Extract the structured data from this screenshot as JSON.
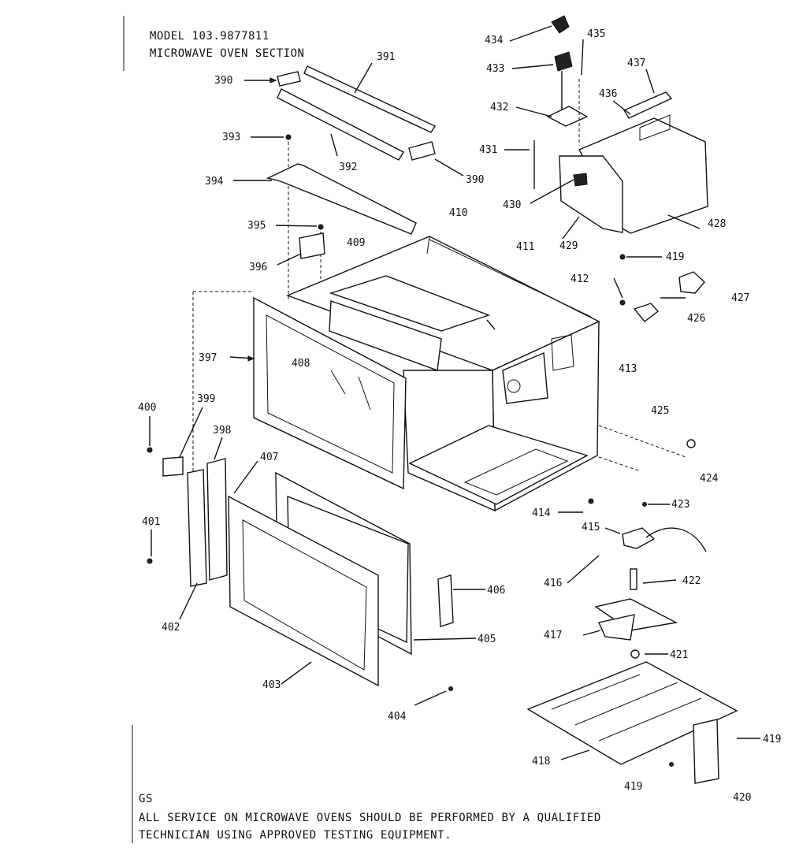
{
  "header": {
    "model": "MODEL 103.9877811",
    "section": "MICROWAVE OVEN SECTION"
  },
  "footer": {
    "code": "GS",
    "line1": "ALL SERVICE ON MICROWAVE OVENS SHOULD BE PERFORMED BY A QUALIFIED",
    "line2": "TECHNICIAN USING APPROVED TESTING EQUIPMENT."
  },
  "parts": {
    "p390a": "390",
    "p390b": "390",
    "p391": "391",
    "p392": "392",
    "p393": "393",
    "p394": "394",
    "p395": "395",
    "p396": "396",
    "p397": "397",
    "p398": "398",
    "p399": "399",
    "p400": "400",
    "p401": "401",
    "p402": "402",
    "p403": "403",
    "p404": "404",
    "p405": "405",
    "p406": "406",
    "p407": "407",
    "p408": "408",
    "p409": "409",
    "p410": "410",
    "p411": "411",
    "p412": "412",
    "p413": "413",
    "p414": "414",
    "p415": "415",
    "p416": "416",
    "p417": "417",
    "p418": "418",
    "p419a": "419",
    "p419b": "419",
    "p419c": "419",
    "p420": "420",
    "p421": "421",
    "p422": "422",
    "p423": "423",
    "p424": "424",
    "p425": "425",
    "p426": "426",
    "p427": "427",
    "p428": "428",
    "p429": "429",
    "p430": "430",
    "p431": "431",
    "p432": "432",
    "p433": "433",
    "p434": "434",
    "p435": "435",
    "p436": "436",
    "p437": "437"
  }
}
